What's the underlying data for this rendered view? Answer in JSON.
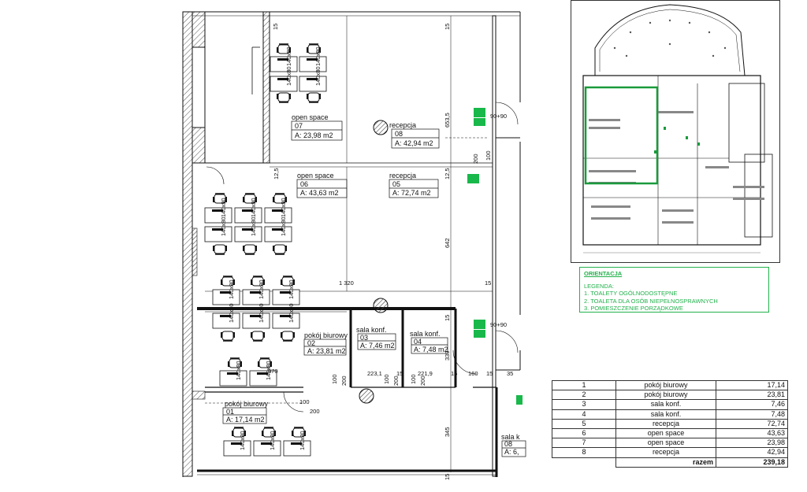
{
  "plan": {
    "rooms": [
      {
        "name": "open space",
        "number": "07",
        "area": "A: 23,98 m2"
      },
      {
        "name": "recepcja",
        "number": "08",
        "area": "A: 42,94 m2"
      },
      {
        "name": "open space",
        "number": "06",
        "area": "A: 43,63 m2"
      },
      {
        "name": "recepcja",
        "number": "05",
        "area": "A: 72,74 m2"
      },
      {
        "name": "pokój biurowy",
        "number": "02",
        "area": "A: 23,81 m2"
      },
      {
        "name": "sala konf.",
        "number": "03",
        "area": "A: 7,46 m2"
      },
      {
        "name": "sala konf.",
        "number": "04",
        "area": "A: 7,48 m2"
      },
      {
        "name": "pokój biurowy",
        "number": "01",
        "area": "A: 17,14 m2"
      },
      {
        "name": "sala k",
        "number": "08",
        "area": "A: 6,"
      }
    ],
    "dimensions": {
      "d_15": "15",
      "d_12_5": "12,5",
      "d_653_5": "653,5",
      "d_642": "642",
      "d_1320": "1 320",
      "d_90_90": "90+90",
      "d_200": "200",
      "d_100": "100",
      "d_223_1": "223,1",
      "d_221_9": "221,9",
      "d_160": "160",
      "d_35": "35",
      "d_345": "345",
      "d_339": "339",
      "d_870": "870"
    },
    "desk_label": "140x80"
  },
  "legend": {
    "title": "ORIENTACJA",
    "subtitle": "LEGENDA:",
    "items": [
      "1. TOALETY OGÓLNODOSTĘPNE",
      "2. TOALETA DLA OSÓB NIEPEŁNOSPRAWNYCH",
      "3. POMIESZCZENIE PORZĄDKOWE"
    ]
  },
  "area_table": {
    "rows": [
      {
        "no": "1",
        "name": "pokój biurowy",
        "area": "17,14"
      },
      {
        "no": "2",
        "name": "pokój biurowy",
        "area": "23,81"
      },
      {
        "no": "3",
        "name": "sala konf.",
        "area": "7,46"
      },
      {
        "no": "4",
        "name": "sala konf.",
        "area": "7,48"
      },
      {
        "no": "5",
        "name": "recepcja",
        "area": "72,74"
      },
      {
        "no": "6",
        "name": "open space",
        "area": "43,63"
      },
      {
        "no": "7",
        "name": "open space",
        "area": "23,98"
      },
      {
        "no": "8",
        "name": "recepcja",
        "area": "42,94"
      }
    ],
    "total_label": "razem",
    "total_value": "239,18"
  },
  "colors": {
    "wall": "#111111",
    "highlight": "#1a9a3c",
    "exit_sign": "#19b84a"
  }
}
